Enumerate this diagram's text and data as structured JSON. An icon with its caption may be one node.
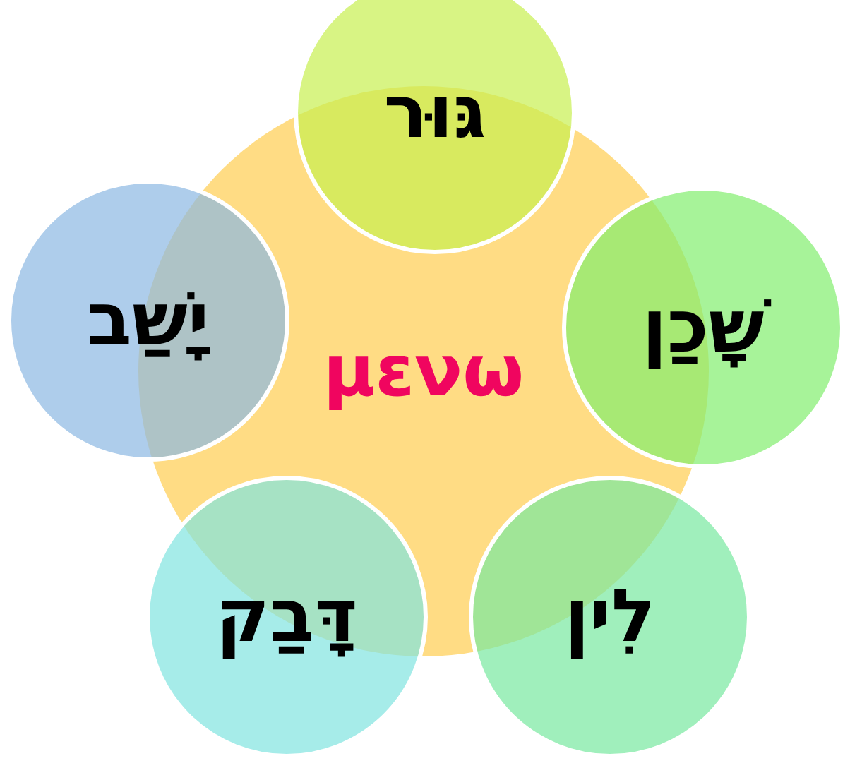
{
  "diagram": {
    "nodes": [
      {
        "text": [
          "μενω"
        ]
      },
      {
        "text": [
          "גּוּר"
        ]
      },
      {
        "text": [
          "שָׁכַן"
        ]
      },
      {
        "text": [
          "לִין"
        ]
      },
      {
        "text": [
          "דָּבַק"
        ]
      },
      {
        "text": [
          "יָשַׁב"
        ]
      }
    ],
    "edges": []
  }
}
